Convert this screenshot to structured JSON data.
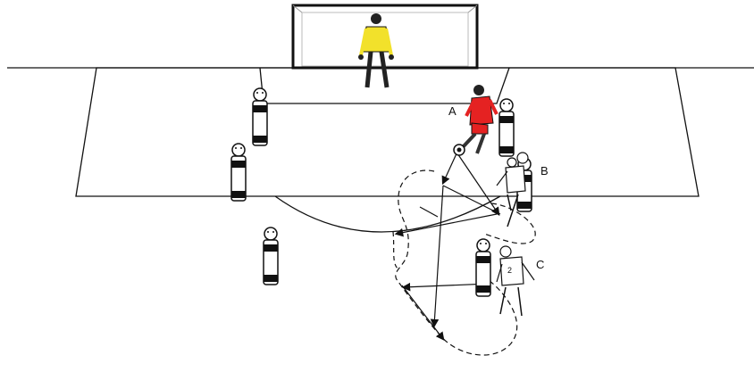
{
  "labels": {
    "player_a": "A",
    "player_b": "B",
    "player_c": "C"
  },
  "colors": {
    "line": "#111111",
    "goalkeeper": "#f2e12b",
    "attacker_a": "#e52222",
    "teammate": "#ffffff",
    "dummy": "#ffffff",
    "dummy_band": "#111111"
  },
  "icons": {
    "goalkeeper": "goalkeeper-figure",
    "attacker_a": "attacker-red-figure",
    "teammate_b": "teammate-white-figure",
    "teammate_c": "teammate-white-figure",
    "dummy": "training-mannequin",
    "ball": "soccer-ball"
  }
}
